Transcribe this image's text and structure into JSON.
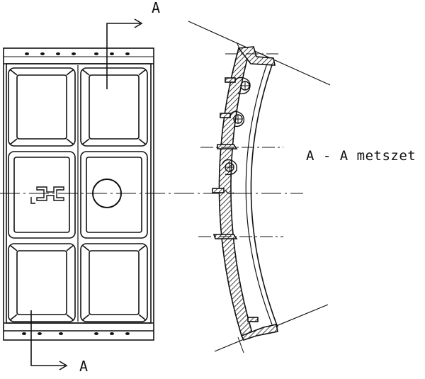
{
  "figure": {
    "section_marker_top": "A",
    "section_marker_bottom": "A",
    "section_title": "A - A metszet"
  },
  "panel": {
    "columns": 2,
    "rows": 3,
    "center_mark": "hole-and-beam-symbol"
  },
  "colors": {
    "ink": "#111111",
    "background": "#ffffff"
  }
}
